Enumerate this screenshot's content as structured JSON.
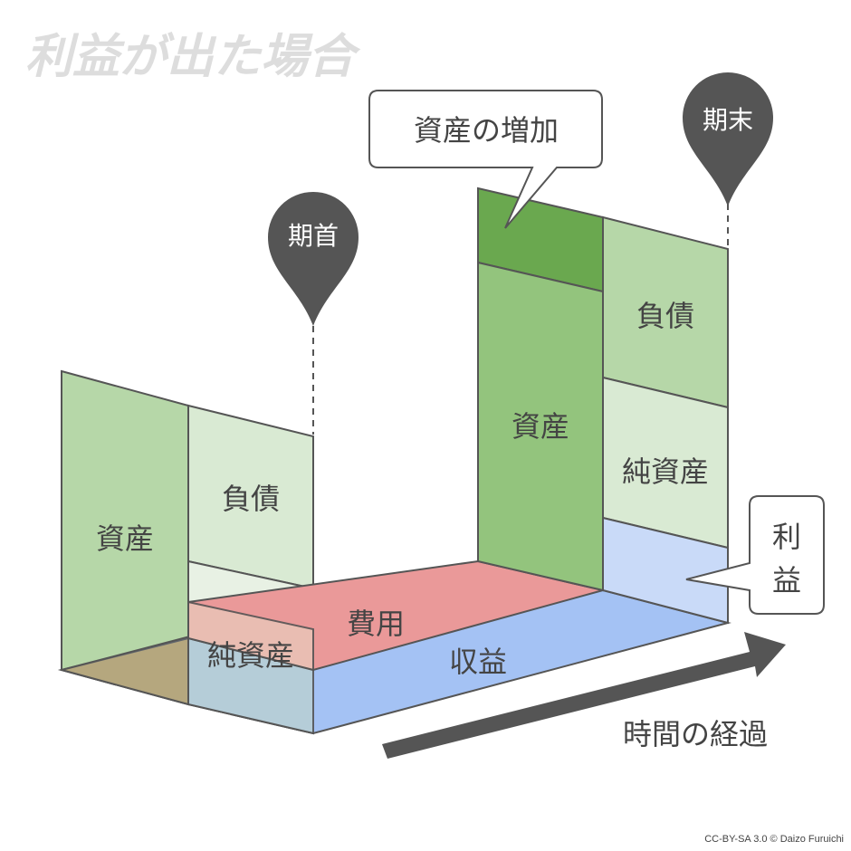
{
  "title": "利益が出た場合",
  "period_start": {
    "pin_label": "期首",
    "assets": "資産",
    "liabilities": "負債",
    "net_assets": "純資産"
  },
  "flows": {
    "expenses": "費用",
    "revenue": "収益"
  },
  "period_end": {
    "pin_label": "期末",
    "assets": "資産",
    "liabilities": "負債",
    "net_assets": "純資産"
  },
  "callouts": {
    "asset_increase": "資産の増加",
    "profit_line1": "利",
    "profit_line2": "益"
  },
  "time_axis": {
    "label": "時間の経過"
  },
  "credit": "CC-BY-SA 3.0 © Daizo Furuichi",
  "colors": {
    "asset_green": "#93c47d",
    "asset_increase_dark_green": "#6aa84f",
    "liability_light_green": "#b6d7a8",
    "net_asset_pale_green": "#d9ead3",
    "expense_red": "#ea9999",
    "revenue_blue": "#a4c2f4",
    "profit_blue": "#c9daf8",
    "pin_dark": "#555555",
    "stroke": "#555555"
  }
}
